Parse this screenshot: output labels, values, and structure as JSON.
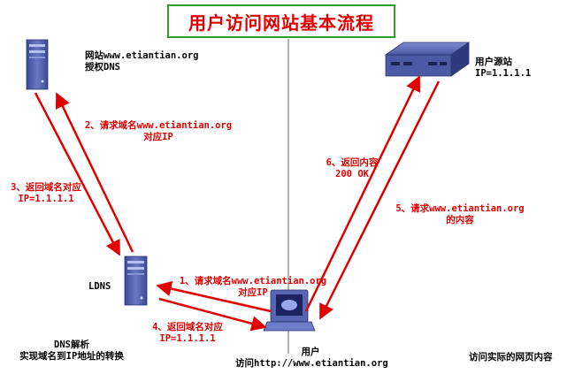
{
  "title": "用户访问网站基本流程",
  "colors": {
    "arrow": "#e00000",
    "title_border": "#2e9e2e",
    "title_text": "#e00000",
    "server": "#4c5aa6"
  },
  "nodes": {
    "auth_dns": {
      "line1": "网站www.etiantian.org",
      "line2": "授权DNS",
      "icon": "server-tower-icon"
    },
    "ldns": {
      "label": "LDNS",
      "icon": "server-tower-icon"
    },
    "origin": {
      "line1": "用户源站",
      "line2": "IP=1.1.1.1",
      "icon": "rack-server-icon"
    },
    "user": {
      "line1": "用户",
      "line2": "访问http://www.etiantian.org",
      "icon": "computer-icon"
    }
  },
  "steps": {
    "s1": {
      "line1": "1、请求域名www.etiantian.org",
      "line2": "对应IP"
    },
    "s2": {
      "line1": "2、请求域名www.etiantian.org",
      "line2": "对应IP"
    },
    "s3": {
      "line1": "3、返回域名对应",
      "line2": "IP=1.1.1.1"
    },
    "s4": {
      "line1": "4、返回域名对应",
      "line2": "IP=1.1.1.1"
    },
    "s5": {
      "line1": "5、请求www.etiantian.org",
      "line2": "的内容"
    },
    "s6": {
      "line1": "6、返回内容",
      "line2": "200 OK"
    }
  },
  "captions": {
    "dns": {
      "line1": "DNS解析",
      "line2": "实现域名到IP地址的转换"
    },
    "web": {
      "line1": "访问实际的网页内容"
    }
  }
}
